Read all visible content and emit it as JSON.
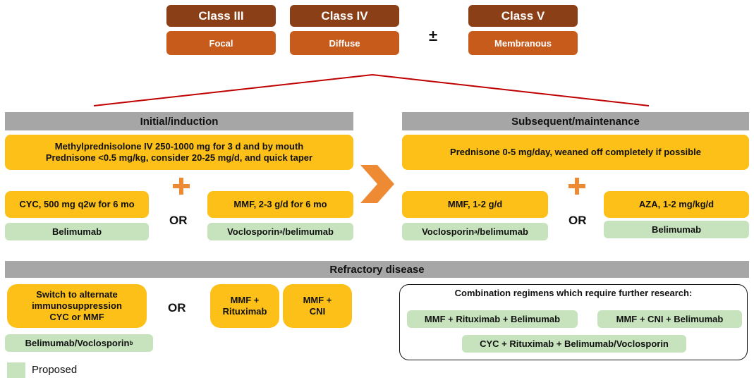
{
  "classes": {
    "class3": {
      "title": "Class III",
      "sub": "Focal"
    },
    "class4": {
      "title": "Class IV",
      "sub": "Diffuse"
    },
    "pm": "±",
    "class5": {
      "title": "Class V",
      "sub": "Membranous"
    }
  },
  "colors": {
    "class_dark": "#8a3f16",
    "class_light": "#c65b1c",
    "header": "#a6a6a6",
    "regimen": "#fcc018",
    "proposed": "#c7e3bd",
    "arrow": "#ef8a34",
    "line": "#c00000"
  },
  "initial": {
    "header": "Initial/induction",
    "steroid_line1": "Methylprednisolone IV 250-1000 mg for 3 d and by mouth",
    "steroid_line2": "Prednisone <0.5 mg/kg, consider 20-25 mg/d, and quick taper",
    "cyc": "CYC, 500 mg q2w for 6 mo",
    "cyc_add": "Belimumab",
    "or": "OR",
    "mmf": "MMF, 2-3 g/d for 6 mo",
    "mmf_add_a": "Voclosporin",
    "mmf_add_sup": "a",
    "mmf_add_b": "/belimumab"
  },
  "maintenance": {
    "header": "Subsequent/maintenance",
    "steroid": "Prednisone 0-5 mg/day, weaned off completely if possible",
    "mmf": "MMF, 1-2 g/d",
    "mmf_add_a": "Voclosporin",
    "mmf_add_sup": "a",
    "mmf_add_b": "/belimumab",
    "or": "OR",
    "aza": "AZA, 1-2 mg/kg/d",
    "aza_add": "Belimumab"
  },
  "refractory": {
    "header": "Refractory disease",
    "switch_line1": "Switch to alternate",
    "switch_line2": "immunosuppression",
    "switch_line3": "CYC or MMF",
    "switch_add_a": "Belimumab/Voclosporin",
    "switch_add_sup": "b",
    "or": "OR",
    "mmf_rtx_line1": "MMF +",
    "mmf_rtx_line2": "Rituximab",
    "mmf_cni_line1": "MMF +",
    "mmf_cni_line2": "CNI",
    "combo_title": "Combination regimens which require further research:",
    "combo1": "MMF + Rituximab + Belimumab",
    "combo2": "MMF + CNI + Belimumab",
    "combo3": "CYC + Rituximab + Belimumab/Voclosporin"
  },
  "legend": {
    "label": "Proposed"
  }
}
